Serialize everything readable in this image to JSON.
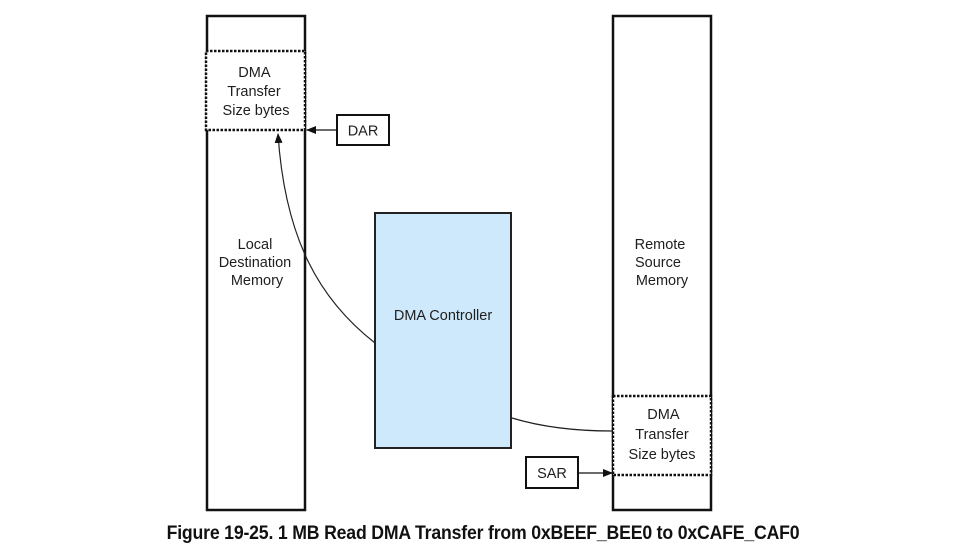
{
  "diagram": {
    "local_memory": {
      "label_lines": [
        "Local",
        "Destination",
        "Memory"
      ],
      "transfer_block_lines": [
        "DMA",
        "Transfer",
        "Size bytes"
      ],
      "pointer_label": "DAR"
    },
    "remote_memory": {
      "label_lines": [
        "Remote",
        "Source",
        "Memory"
      ],
      "transfer_block_lines": [
        "DMA",
        "Transfer",
        "Size bytes"
      ],
      "pointer_label": "SAR"
    },
    "controller": {
      "label": "DMA Controller",
      "fill_color": "#cde9fb"
    },
    "flows": [
      {
        "from": "remote-transfer-block",
        "to": "dma-controller"
      },
      {
        "from": "dma-controller",
        "to": "local-transfer-block"
      }
    ]
  },
  "caption": "Figure 19-25. 1 MB Read DMA Transfer from 0xBEEF_BEE0 to 0xCAFE_CAF0"
}
